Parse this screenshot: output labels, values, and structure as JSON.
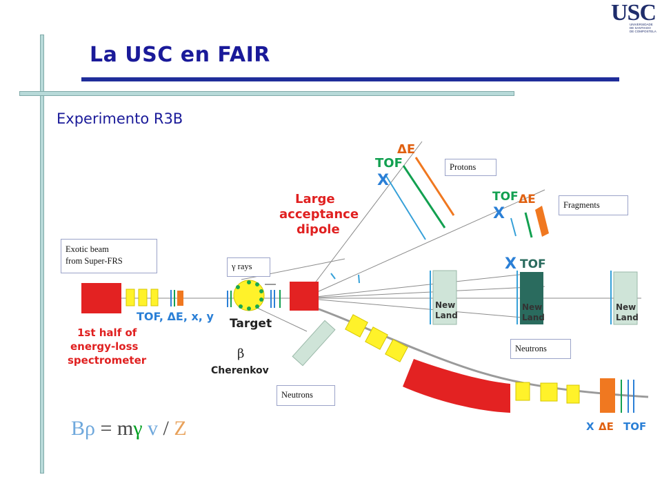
{
  "slide": {
    "title": "La USC en FAIR",
    "subtitle": "Experimento R3B"
  },
  "logo": {
    "name": "USC",
    "sub_line1": "UNIVERSIDADE",
    "sub_line2": "DE SANTIAGO",
    "sub_line3": "DE COMPOSTELA",
    "color": "#1f2d6b"
  },
  "callouts": {
    "protons": "Protons",
    "fragments": "Fragments",
    "exotic_line1": "Exotic beam",
    "exotic_line2": "from Super-FRS",
    "gamma_symbol": "γ",
    "gamma_text": "rays",
    "neutrons_right": "Neutrons",
    "neutrons_bottom": "Neutrons"
  },
  "diagram_labels": {
    "tof_de_top_de": "ΔE",
    "tof_de_top_tof": "TOF",
    "tof_de_top_x": "X",
    "tof_de_mid_tof": "TOF",
    "tof_de_mid_de": "ΔE",
    "tof_de_mid_x": "X",
    "dipole_line1": "Large",
    "dipole_line2": "acceptance",
    "dipole_line3": "dipole",
    "x_tof_x": "X",
    "x_tof_tof": "TOF",
    "newland": "New",
    "newland2": "Land",
    "left_tof": "TOF, ΔE, x, y",
    "target": "Target",
    "spectro_line1": "1st half of",
    "spectro_line2": "energy-loss",
    "spectro_line3": "spectrometer",
    "beta": "β",
    "cherenkov": "Cherenkov",
    "bottom_x": "X",
    "bottom_de": "ΔE",
    "bottom_tof": "TOF"
  },
  "formula": {
    "b": "B",
    "rho": "ρ",
    "eq": " = ",
    "m": "m",
    "gamma": "γ",
    "v": " v",
    "slash": " / ",
    "z": "Z"
  },
  "colors": {
    "title": "#1a1a99",
    "accent_bar": "#1f2d9a",
    "side_rule": "#b8dad9",
    "magnet_red": "#e32222",
    "quad_yellow": "#fff22a",
    "label_red": "#e02020",
    "detector_blue": "#2a7fd6",
    "detector_green": "#12a050",
    "detector_orange": "#f07820",
    "newland_light": "#cfe4d8",
    "newland_dark": "#2a6b5e"
  }
}
